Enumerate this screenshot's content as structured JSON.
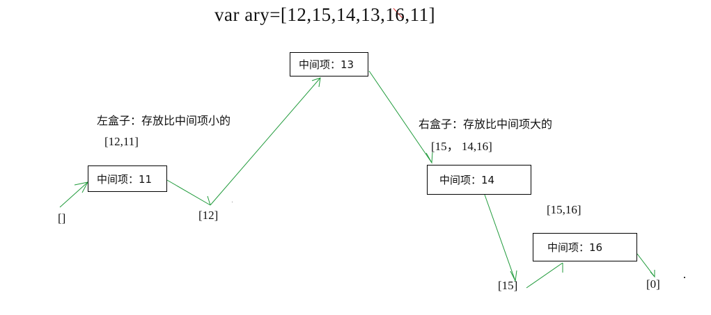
{
  "title": "var ary=[12,15,14,13,16,11]",
  "boxes": {
    "top": "中间项：13",
    "left": "中间项：11",
    "right": "中间项：14",
    "right2": "中间项：16"
  },
  "captions": {
    "left_box": "左盒子：存放比中间项小的",
    "right_box": "右盒子：存放比中间项大的"
  },
  "arrays": {
    "left_group": "[12,11]",
    "right_group": "[15， 14,16]",
    "right2_group": "[15,16]",
    "empty": "[]",
    "twelve": "[12]",
    "fifteen": "[15]",
    "zero": "[0]"
  },
  "line_color": "#1f9a3a"
}
